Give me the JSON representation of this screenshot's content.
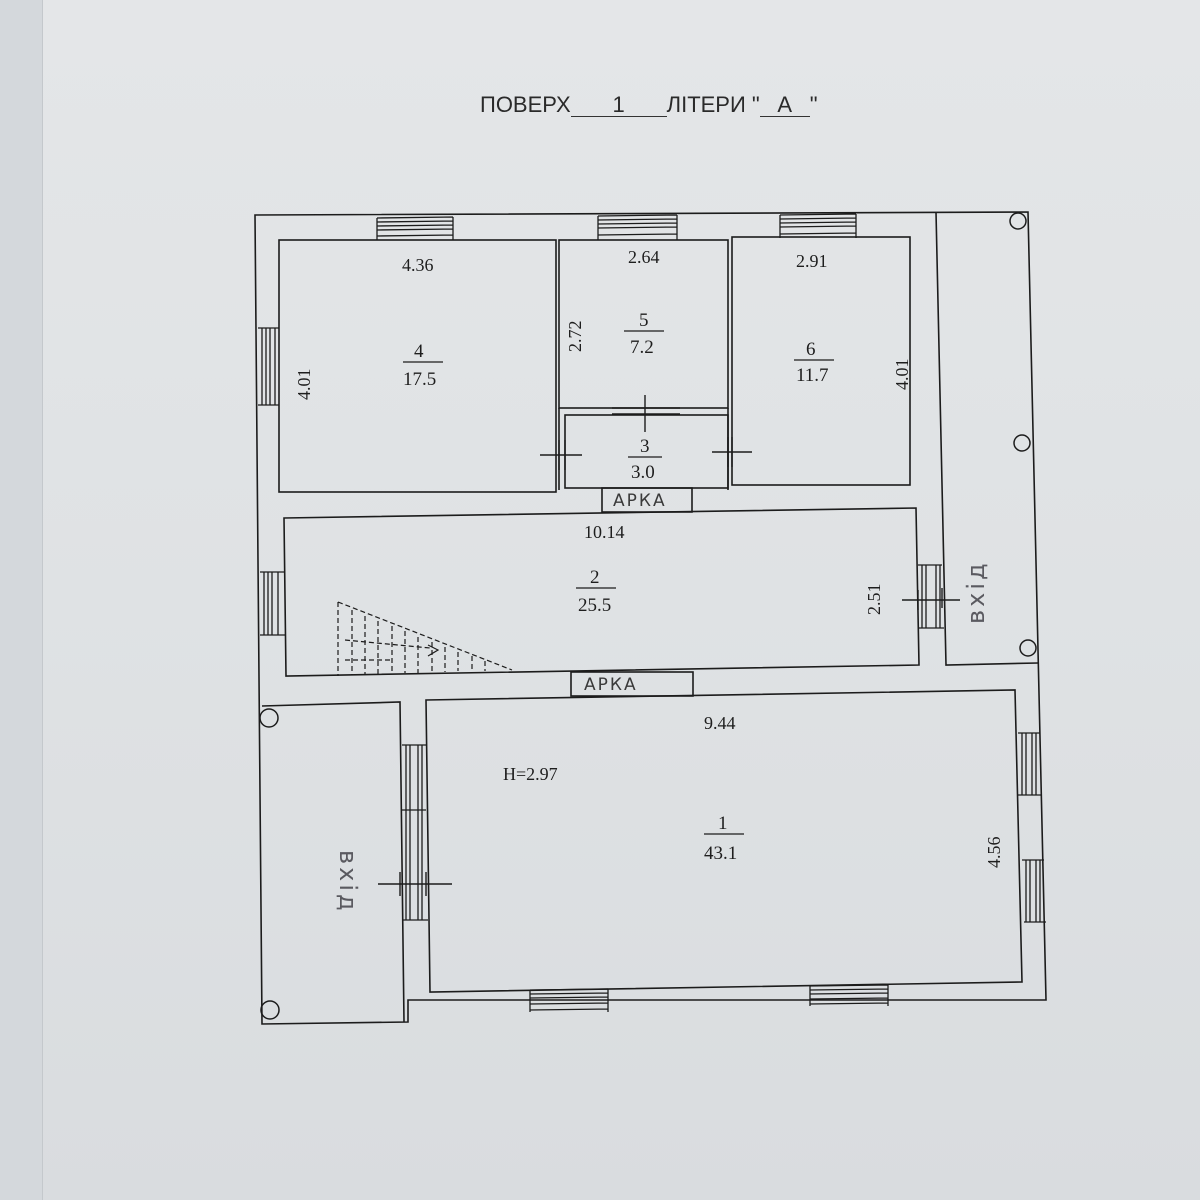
{
  "header": {
    "floor_label": "ПОВЕРХ",
    "floor_value": "1",
    "letter_label": "ЛІТЕРИ \"",
    "letter_value": "А",
    "letter_close": "\""
  },
  "rooms": [
    {
      "number": "1",
      "area": "43.1"
    },
    {
      "number": "2",
      "area": "25.5"
    },
    {
      "number": "3",
      "area": "3.0"
    },
    {
      "number": "4",
      "area": "17.5"
    },
    {
      "number": "5",
      "area": "7.2"
    },
    {
      "number": "6",
      "area": "11.7"
    }
  ],
  "dimensions": {
    "room4_width": "4.36",
    "room4_depth": "4.01",
    "room5_width": "2.64",
    "room5_depth": "2.72",
    "room6_width": "2.91",
    "room6_depth": "4.01",
    "room2_width": "10.14",
    "room2_depth": "2.51",
    "room1_width": "9.44",
    "room1_depth": "4.56",
    "ceiling_height": "H=2.97"
  },
  "annotations": {
    "arch_upper": "АРКА",
    "arch_lower": "АРКА",
    "entrance_right": "вхід",
    "entrance_left": "вхід"
  },
  "colors": {
    "line": "#1c1c1c",
    "paper": "#e2e4e6"
  }
}
